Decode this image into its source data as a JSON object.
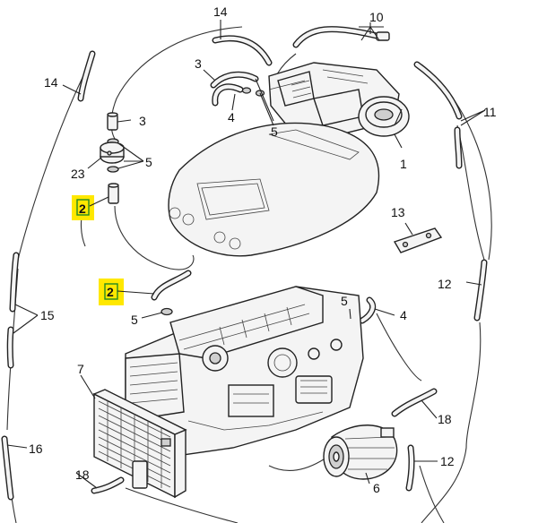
{
  "callouts": {
    "c1": "1",
    "c2a": "2",
    "c2b": "2",
    "c3a": "3",
    "c3b": "3",
    "c4a": "4",
    "c4b": "4",
    "c5a": "5",
    "c5b": "5",
    "c5c": "5",
    "c5d": "5",
    "c6": "6",
    "c7": "7",
    "c10": "10",
    "c11": "11",
    "c12a": "12",
    "c12b": "12",
    "c13": "13",
    "c14a": "14",
    "c14b": "14",
    "c15": "15",
    "c16": "16",
    "c18a": "18",
    "c18b": "18",
    "c23": "23"
  },
  "highlight_color": "#ffe800",
  "highlighted_part": "2"
}
